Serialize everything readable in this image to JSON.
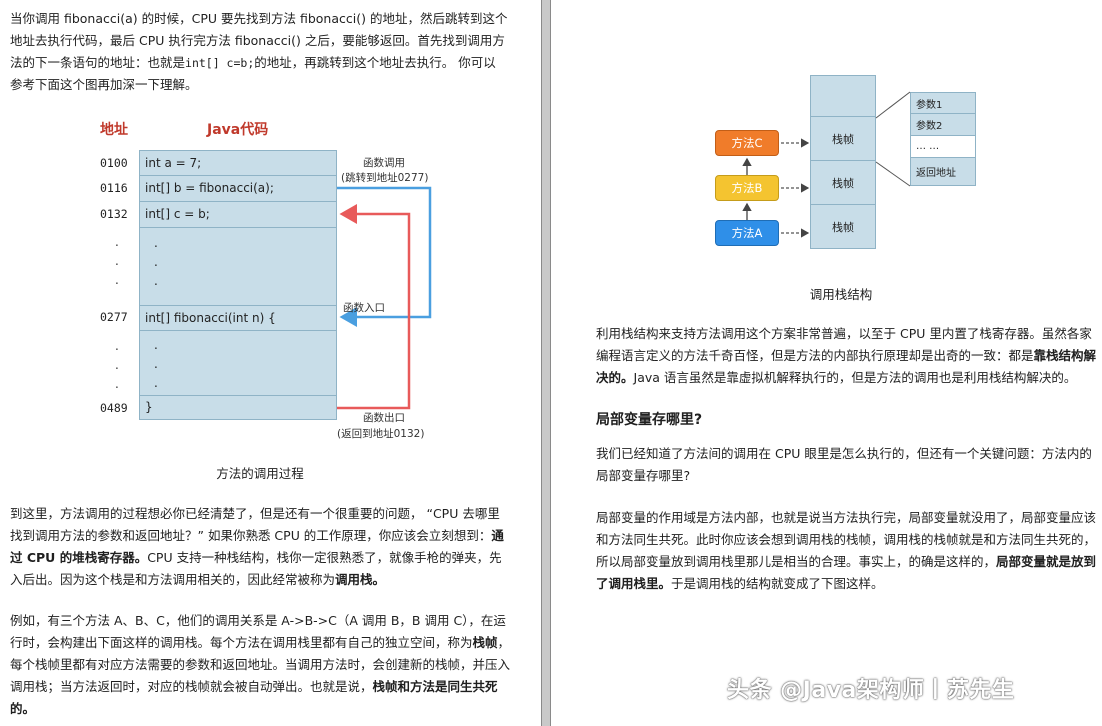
{
  "left": {
    "intro_p1": "当你调用 fibonacci(a) 的时候，CPU 要先找到方法 fibonacci() 的地址，然后跳转到这个",
    "intro_p2": "地址去执行代码，最后 CPU 执行完方法 fibonacci() 之后，要能够返回。首先找到调用方",
    "intro_p3a": "法的下一条语句的地址：也就是",
    "intro_code": "int[] c=b;",
    "intro_p3b": "的地址，再跳转到这个地址去执行。 你可以",
    "intro_p4": "参考下面这个图再加深一下理解。",
    "diagram": {
      "addr_header": "地址",
      "code_header": "Java代码",
      "rows": [
        {
          "addr": "0100",
          "code": "int a = 7;"
        },
        {
          "addr": "0116",
          "code": "int[] b = fibonacci(a);"
        },
        {
          "addr": "0132",
          "code": "int[] c = b;"
        },
        {
          "addr": "0277",
          "code": "int[] fibonacci(int n) {"
        },
        {
          "addr": "0489",
          "code": "}"
        }
      ],
      "dot": ".",
      "call_label_1": "函数调用",
      "call_label_2": "(跳转到地址0277)",
      "entry_label": "函数入口",
      "exit_label_1": "函数出口",
      "exit_label_2": "(返回到地址0132)",
      "caption": "方法的调用过程",
      "colors": {
        "call_arrow": "#4a9fe0",
        "return_arrow": "#e85a5a"
      }
    },
    "p2_l1": "到这里，方法调用的过程想必你已经清楚了，但是还有一个很重要的问题， “CPU 去哪里",
    "p2_l2a": "找到调用方法的参数和返回地址？” 如果你熟悉 CPU 的工作原理，你应该会立刻想到：",
    "p2_l2b": "通",
    "p2_l3a": "过 CPU 的堆栈寄存器。",
    "p2_l3b": "CPU 支持一种栈结构，栈你一定很熟悉了，就像手枪的弹夹，先",
    "p2_l4a": "入后出。因为这个栈是和方法调用相关的，因此经常被称为",
    "p2_l4b": "调用栈。",
    "p3_l1": "例如，有三个方法 A、B、C，他们的调用关系是 A->B->C（A 调用 B，B 调用 C），在运",
    "p3_l2a": "行时，会构建出下面这样的调用栈。每个方法在调用栈里都有自己的独立空间，称为",
    "p3_l2b": "栈帧",
    "p3_l2c": "，",
    "p3_l3": "每个栈帧里都有对应方法需要的参数和返回地址。当调用方法时，会创建新的栈帧，并压入",
    "p3_l4a": "调用栈；当方法返回时，对应的栈帧就会被自动弹出。也就是说，",
    "p3_l4b": "栈帧和方法是同生共死",
    "p3_l5": "的。"
  },
  "right": {
    "diagram": {
      "methods": [
        "方法C",
        "方法B",
        "方法A"
      ],
      "frames": [
        "栈帧",
        "栈帧",
        "栈帧"
      ],
      "details": [
        "参数1",
        "参数2",
        "… …",
        "返回地址"
      ],
      "caption": "调用栈结构",
      "colors": {
        "method_c": "#f07c2a",
        "method_b": "#f4c430",
        "method_a": "#2f8fe8"
      }
    },
    "p1_l1": "利用栈结构来支持方法调用这个方案非常普遍，以至于 CPU 里内置了栈寄存器。虽然各家",
    "p1_l2a": "编程语言定义的方法千奇百怪，但是方法的内部执行原理却是出奇的一致：都是",
    "p1_l2b": "靠栈结构解",
    "p1_l3a": "决的。",
    "p1_l3b": "Java 语言虽然是靠虚拟机解释执行的，但是方法的调用也是利用栈结构解决的。",
    "heading": "局部变量存哪里?",
    "p2_l1": "我们已经知道了方法间的调用在 CPU 眼里是怎么执行的，但还有一个关键问题：方法内的",
    "p2_l2": "局部变量存哪里?",
    "p3_l1": "局部变量的作用域是方法内部，也就是说当方法执行完，局部变量就没用了，局部变量应该",
    "p3_l2": "和方法同生共死。此时你应该会想到调用栈的栈帧，调用栈的栈帧就是和方法同生共死的，",
    "p3_l3a": "所以局部变量放到调用栈里那儿是相当的合理。事实上，的确是这样的，",
    "p3_l3b": "局部变量就是放到",
    "p3_l4a": "了调用栈里。",
    "p3_l4b": "于是调用栈的结构就变成了下图这样。"
  },
  "watermark": "头条 @Java架构师丨苏先生"
}
